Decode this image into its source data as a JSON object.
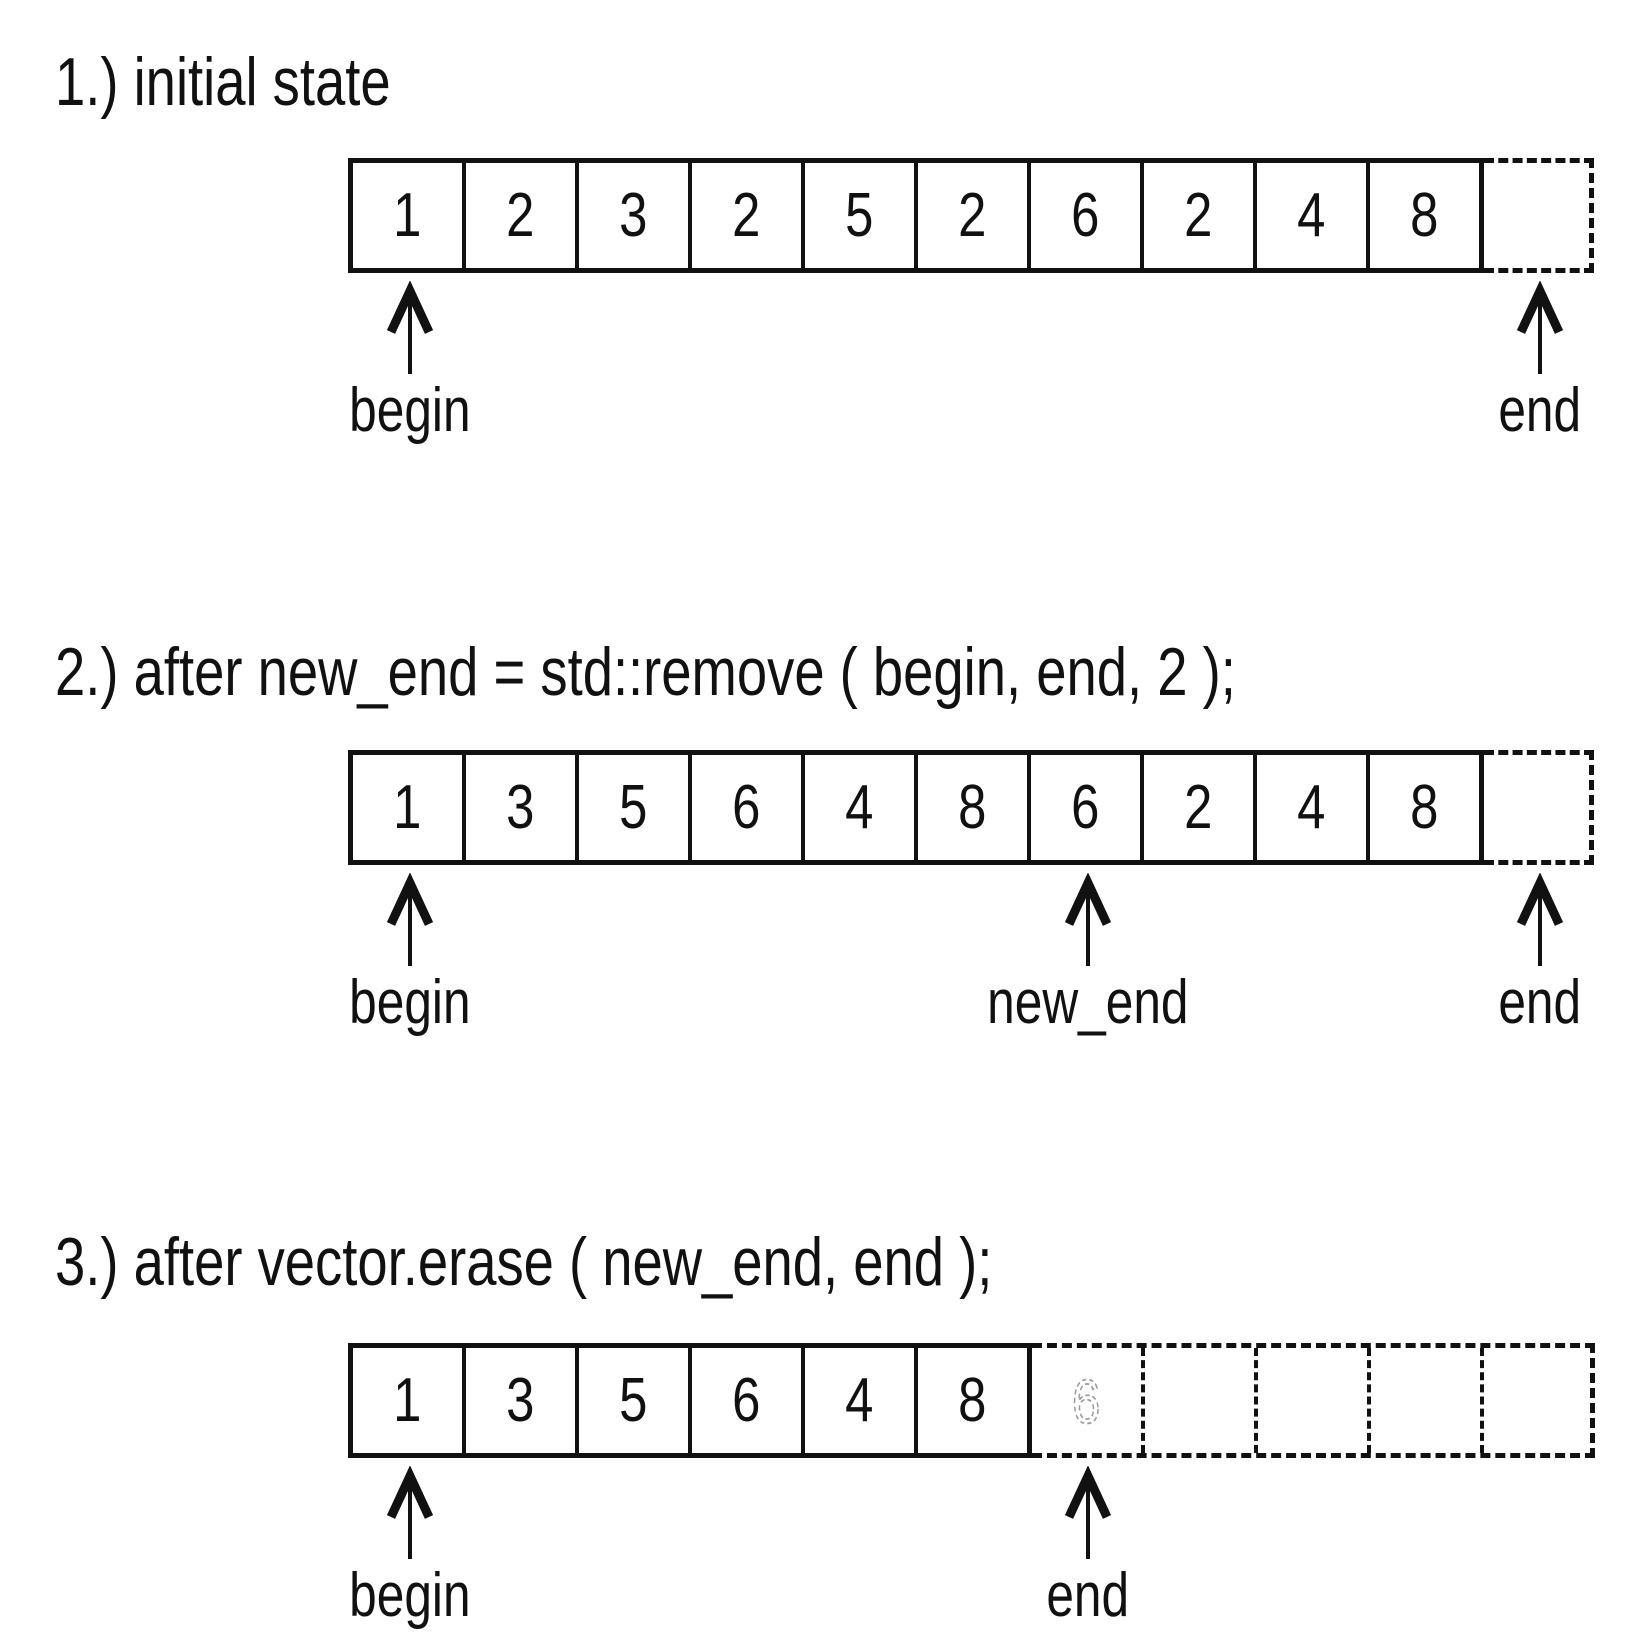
{
  "figure": {
    "topic": "erase-remove idiom on a vector",
    "ink_color": "#111111",
    "ghost_color": "#9b9b9b",
    "background_color": "#ffffff"
  },
  "sections": [
    {
      "title": "1.) initial state",
      "cells": [
        "1",
        "2",
        "3",
        "2",
        "5",
        "2",
        "6",
        "2",
        "4",
        "8"
      ],
      "trailing_dashed_cells": 1,
      "ghost_value": null,
      "pointers": [
        {
          "label": "begin",
          "cell": 0
        },
        {
          "label": "end",
          "cell": 10
        }
      ]
    },
    {
      "title": "2.) after new_end = std::remove ( begin, end, 2 );",
      "cells": [
        "1",
        "3",
        "5",
        "6",
        "4",
        "8",
        "6",
        "2",
        "4",
        "8"
      ],
      "trailing_dashed_cells": 1,
      "ghost_value": null,
      "pointers": [
        {
          "label": "begin",
          "cell": 0
        },
        {
          "label": "new_end",
          "cell": 6
        },
        {
          "label": "end",
          "cell": 10
        }
      ]
    },
    {
      "title": "3.) after vector.erase ( new_end, end );",
      "cells": [
        "1",
        "3",
        "5",
        "6",
        "4",
        "8"
      ],
      "trailing_dashed_cells": 5,
      "ghost_value": "6",
      "pointers": [
        {
          "label": "begin",
          "cell": 0
        },
        {
          "label": "end",
          "cell": 6
        }
      ]
    }
  ]
}
